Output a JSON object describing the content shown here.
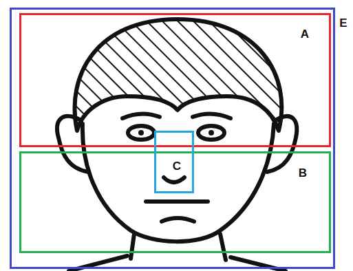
{
  "diagram": {
    "nodes": [
      {
        "text": [
          "E"
        ]
      },
      {
        "text": [
          "A"
        ],
        "in": 0
      },
      {
        "text": [
          "B"
        ],
        "in": 0
      },
      {
        "text": [
          "C"
        ],
        "in": 0
      }
    ]
  }
}
